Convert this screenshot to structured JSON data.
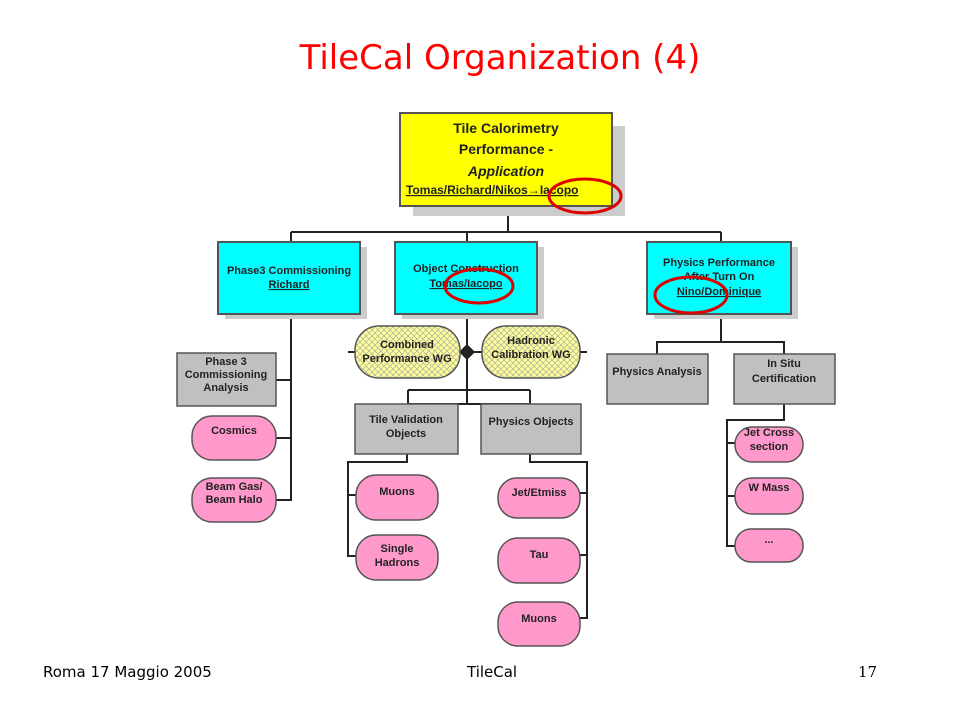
{
  "slide": {
    "title": "TileCal Organization (4)",
    "footer_left": "Roma 17 Maggio 2005",
    "footer_center": "TileCal",
    "page_number": "17"
  },
  "colors": {
    "title": "#ff0000",
    "top_box": "#ffff00",
    "level2_box": "#00ffff",
    "gray_box": "#c0c0c0",
    "pink_box": "#ff99cc",
    "hatched_box": "#ffff99",
    "highlight_circle": "#dd0000"
  },
  "org": {
    "top": {
      "line1": "Tile Calorimetry",
      "line2": "Performance -",
      "line3": "Application",
      "leads": "Tomas/Richard/Nikos",
      "arrow": "→",
      "new_lead": "Iacopo"
    },
    "phase3": {
      "title": "Phase3 Commissioning",
      "lead": "Richard"
    },
    "object": {
      "title": "Object Construction",
      "lead": "Tomas/Iacopo"
    },
    "physics_perf": {
      "line1": "Physics Performance",
      "line2": "After Turn On",
      "lead": "Nino/Dominique"
    },
    "combined": {
      "line1": "Combined",
      "line2": "Performance WG"
    },
    "hadronic": {
      "line1": "Hadronic",
      "line2": "Calibration WG"
    },
    "p3ca": {
      "line1": "Phase 3",
      "line2": "Commissioning",
      "line3": "Analysis"
    },
    "cosmics": "Cosmics",
    "beamgas": {
      "line1": "Beam Gas/",
      "line2": "Beam Halo"
    },
    "tilevalid": {
      "line1": "Tile Validation",
      "line2": "Objects"
    },
    "physobj": "Physics Objects",
    "muons1": "Muons",
    "single": {
      "line1": "Single",
      "line2": "Hadrons"
    },
    "jet": "Jet/Etmiss",
    "tau": "Tau",
    "muons2": "Muons",
    "physanal": "Physics Analysis",
    "insitu": {
      "line1": "In Situ",
      "line2": "Certification"
    },
    "jetcross": {
      "line1": "Jet Cross",
      "line2": "section"
    },
    "wmass": "W Mass",
    "dots": "..."
  }
}
